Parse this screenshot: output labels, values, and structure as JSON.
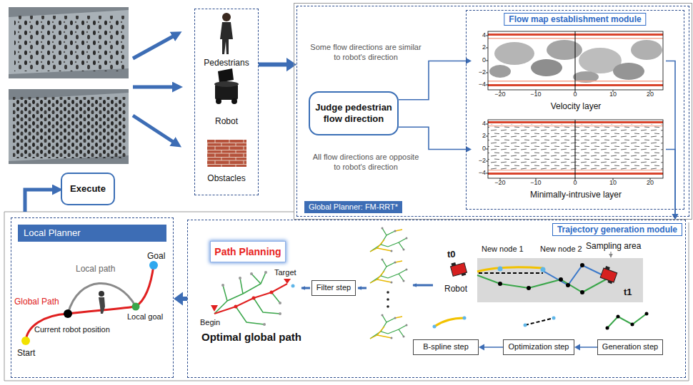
{
  "diagram": {
    "nodes": [
      {
        "text": [
          "Execute"
        ]
      },
      {
        "text": [
          "Pedestrians",
          "Robot",
          "Obstacles"
        ]
      },
      {
        "text": [
          "Global Planner: FM-RRT*"
        ]
      },
      {
        "text": [
          "Judge pedestrian flow direction"
        ],
        "in": 2
      },
      {
        "text": [
          "Flow map establishment module"
        ],
        "in": 2
      },
      {
        "text": [
          "Velocity layer"
        ],
        "in": 4
      },
      {
        "text": [
          "Minimally-intrusive layer"
        ],
        "in": 4
      },
      {
        "text": [
          "Trajectory generation module"
        ]
      },
      {
        "text": [
          "Path Planning"
        ],
        "in": 7
      },
      {
        "text": [
          "Filter step"
        ],
        "in": 7
      },
      {
        "text": [
          "B-spline step"
        ],
        "in": 7
      },
      {
        "text": [
          "Optimization step"
        ],
        "in": 7
      },
      {
        "text": [
          "Generation step"
        ],
        "in": 7
      },
      {
        "text": [
          "Local Planner"
        ]
      }
    ],
    "edges": [
      {
        "from": 1,
        "to": 2,
        "arrow": "to"
      },
      {
        "from": 3,
        "to": 5,
        "label": "Some flow directions are similar to robot's direction",
        "arrow": "to"
      },
      {
        "from": 3,
        "to": 6,
        "label": "All flow directions are opposite to robot's direction",
        "arrow": "to"
      },
      {
        "from": 5,
        "to": 7,
        "arrow": "to"
      },
      {
        "from": 6,
        "to": 7,
        "arrow": "to"
      },
      {
        "from": 12,
        "to": 11,
        "arrow": "to"
      },
      {
        "from": 11,
        "to": 10,
        "arrow": "to"
      },
      {
        "from": 7,
        "to": 13,
        "arrow": "to"
      }
    ],
    "labels": [
      "4",
      "2",
      "0",
      "−2",
      "−4",
      "−20",
      "−10",
      "0",
      "10",
      "20",
      "4",
      "2",
      "0",
      "−2",
      "−4",
      "−20",
      "−10",
      "0",
      "10",
      "20",
      "Sampling area",
      "New node 1",
      "New node 2",
      "t0",
      "Robot",
      "t1",
      "Target",
      "Begin",
      "Optimal global path",
      "Goal",
      "Local path",
      "Global Path",
      "Local goal",
      "Current robot position",
      "Start"
    ]
  }
}
